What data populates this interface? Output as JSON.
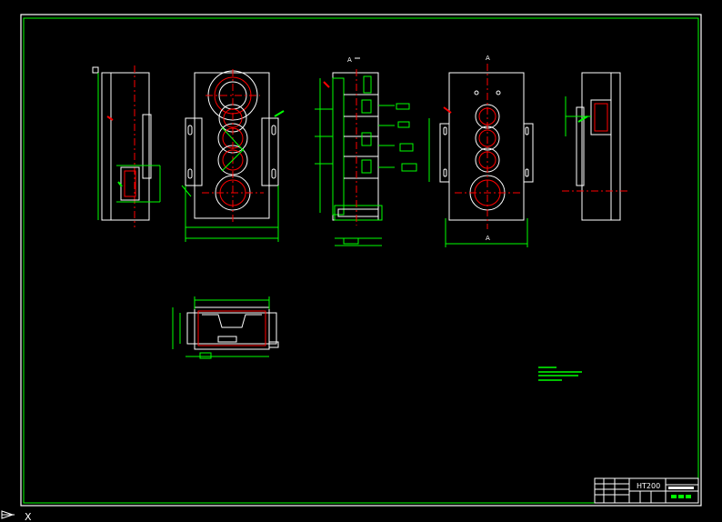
{
  "title_block": {
    "material": "HT200"
  },
  "section_marks": {
    "top_front": "A",
    "top_side": "A",
    "bottom_side": "A"
  },
  "ucs_icon": {
    "x_label": "X"
  },
  "colors": {
    "background": "#000000",
    "frame": "#00ff00",
    "geometry": "#ffffff",
    "centerline": "#ff0000",
    "dimension": "#00ff00",
    "highlight": "#ff0000",
    "note": "#00ff00"
  }
}
